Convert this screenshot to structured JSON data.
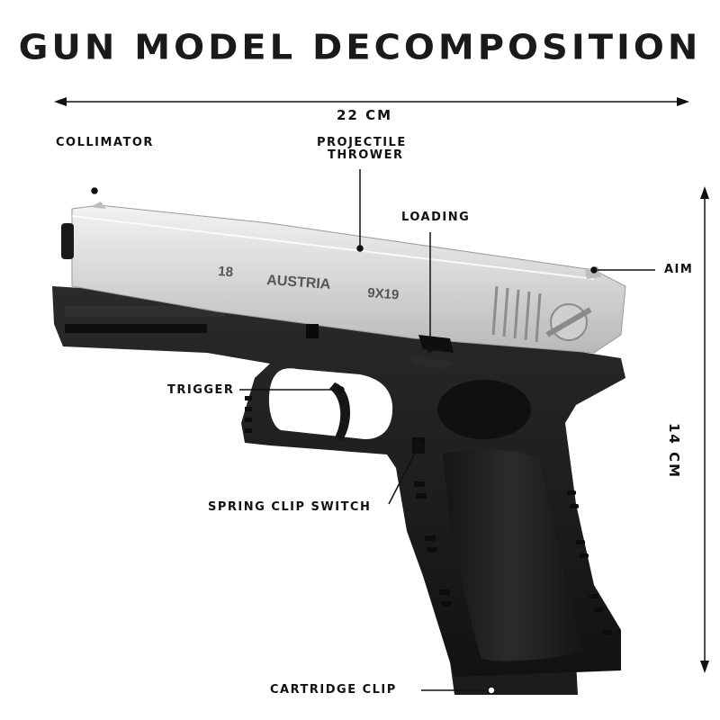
{
  "title": "GUN MODEL DECOMPOSITION",
  "dimensions": {
    "width_label": "22 CM",
    "height_label": "14 CM"
  },
  "labels": {
    "collimator": "COLLIMATOR",
    "projectile_thrower_line1": "PROJECTILE",
    "projectile_thrower_line2": "THROWER",
    "loading": "LOADING",
    "aim": "AIM",
    "trigger": "TRIGGER",
    "spring_clip_switch": "SPRING CLIP SWITCH",
    "cartridge_clip": "CARTRIDGE CLIP"
  },
  "engraving": {
    "model": "18",
    "origin": "AUSTRIA",
    "caliber": "9X19"
  },
  "colors": {
    "slide": "#d7d7d7",
    "frame": "#1b1b1b",
    "text": "#111111"
  }
}
